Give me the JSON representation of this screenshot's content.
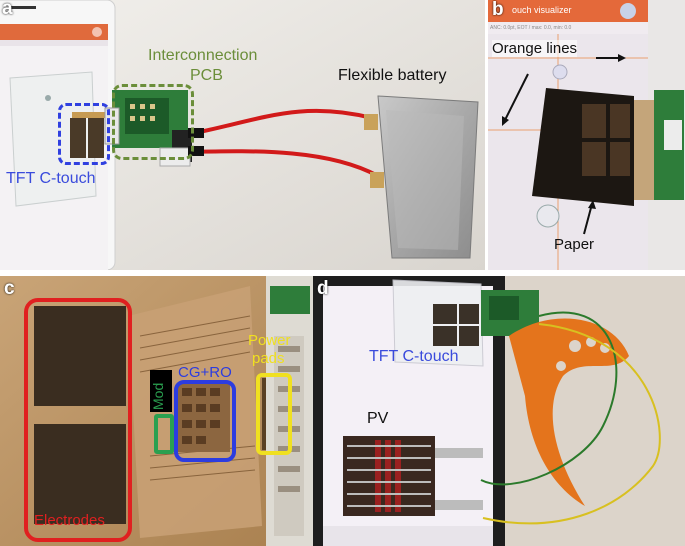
{
  "panels": {
    "a": {
      "label": "a",
      "annotations": {
        "interconnection": "Interconnection",
        "pcb": "PCB",
        "flexible_battery": "Flexible battery",
        "tft_ctouch": "TFT C-touch"
      },
      "colors": {
        "pcb_box": "#6b8e3a",
        "tft_box": "#3040e0",
        "tft_text": "#3a4bdc",
        "pcb_text": "#6b8e3a"
      }
    },
    "b": {
      "label": "b",
      "app_title": "ouch visualizer",
      "app_status": "ANC: 0.0pt, EOT / max: 0.0, min: 0.0",
      "annotations": {
        "orange_lines": "Orange lines",
        "paper": "Paper"
      }
    },
    "c": {
      "label": "c",
      "annotations": {
        "mod": "Mod",
        "cg_ro": "CG+RO",
        "power": "Power",
        "pads": "pads",
        "electrodes": "Electrodes"
      },
      "colors": {
        "electrodes": "#e02020",
        "mod": "#2aa050",
        "cg_ro": "#2c3ce0",
        "power": "#f0e020"
      }
    },
    "d": {
      "label": "d",
      "annotations": {
        "tft_ctouch": "TFT C-touch",
        "pv": "PV"
      }
    }
  }
}
